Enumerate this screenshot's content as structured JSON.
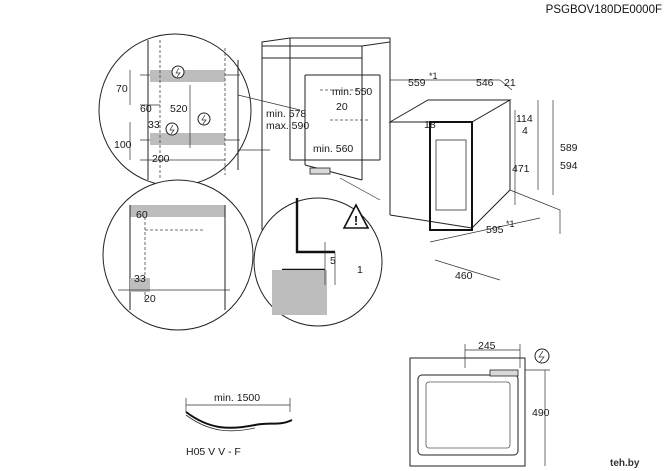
{
  "model_code": "PSGBOV180DE0000F",
  "watermark": "teh.by",
  "symbols": [
    "power-symbol",
    "warning-symbol"
  ],
  "detail_left": {
    "dims": [
      "70",
      "60",
      "520",
      "33",
      "100",
      "200"
    ]
  },
  "cabinet": {
    "dims": [
      "min. 550",
      "20",
      "min. 578",
      "max. 590",
      "min. 560"
    ]
  },
  "detail_zoom_left": {
    "dims": [
      "60",
      "33",
      "20"
    ]
  },
  "detail_zoom_mid": {
    "dims": [
      "5",
      "1"
    ]
  },
  "oven": {
    "dims": [
      "559",
      "*1",
      "546",
      "21",
      "18",
      "114",
      "4",
      "471",
      "589",
      "594",
      "595",
      "*1",
      "460"
    ]
  },
  "cable": {
    "length_label": "min. 1500",
    "type_label": "H05 V V - F"
  },
  "side_view": {
    "dims": [
      "245",
      "490"
    ]
  }
}
